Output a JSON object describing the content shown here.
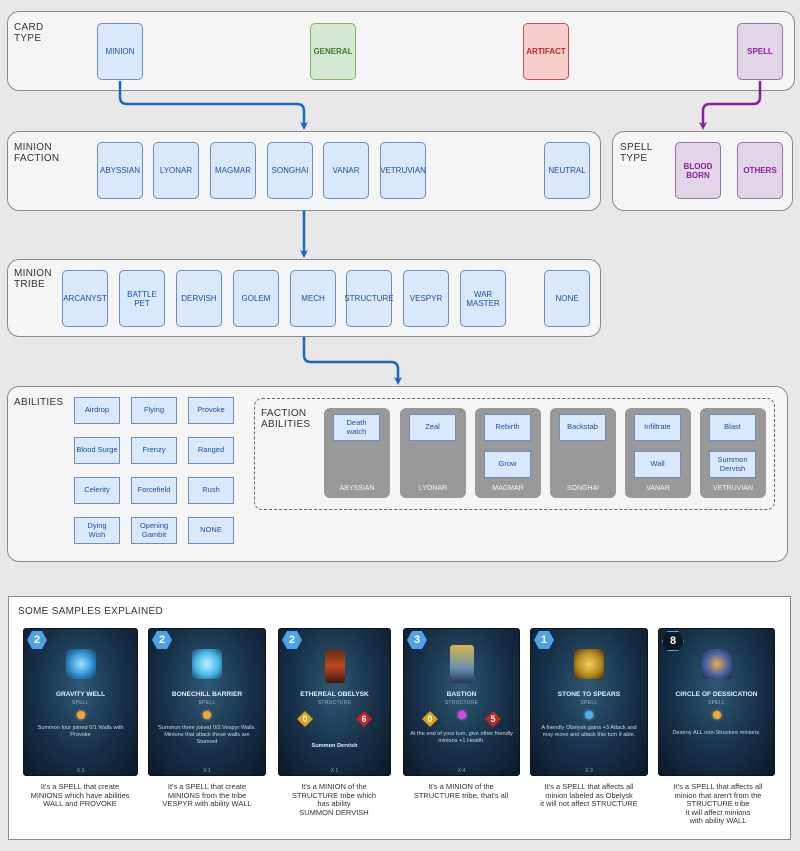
{
  "card_type": {
    "label": "CARD\nTYPE",
    "minion": "MINION",
    "general": "GENERAL",
    "artifact": "ARTIFACT",
    "spell": "SPELL"
  },
  "minion_faction": {
    "label": "MINION\nFACTION",
    "items": [
      "ABYSSIAN",
      "LYONAR",
      "MAGMAR",
      "SONGHAI",
      "VANAR",
      "VETRUVIAN"
    ],
    "neutral": "NEUTRAL"
  },
  "spell_type": {
    "label": "SPELL\nTYPE",
    "items": [
      "BLOOD\nBORN",
      "OTHERS"
    ]
  },
  "minion_tribe": {
    "label": "MINION\nTRIBE",
    "items": [
      "ARCANYST",
      "BATTLE\nPET",
      "DERVISH",
      "GOLEM",
      "MECH",
      "STRUCTURE",
      "VESPYR",
      "WAR\nMASTER"
    ],
    "none": "NONE"
  },
  "abilities": {
    "label": "ABILITIES",
    "items": [
      "Airdrop",
      "Flying",
      "Provoke",
      "Blood Surge",
      "Frenzy",
      "Ranged",
      "Celerity",
      "Forcefield",
      "Rush",
      "Dying\nWish",
      "Opening\nGambit",
      "NONE"
    ]
  },
  "faction_abilities": {
    "label": "FACTION\nABILITIES",
    "factions": [
      {
        "name": "ABYSSIAN",
        "abilities": [
          "Death\nwatch"
        ]
      },
      {
        "name": "LYONAR",
        "abilities": [
          "Zeal"
        ]
      },
      {
        "name": "MAGMAR",
        "abilities": [
          "Rebirth",
          "Grow"
        ]
      },
      {
        "name": "SONGHAI",
        "abilities": [
          "Backstab"
        ]
      },
      {
        "name": "VANAR",
        "abilities": [
          "Infiltrate",
          "Wall"
        ]
      },
      {
        "name": "VETRUVIAN",
        "abilities": [
          "Blast",
          "Summon\nDervish"
        ]
      }
    ]
  },
  "samples": {
    "title": "SOME SAMPLES EXPLAINED",
    "cards": [
      {
        "cost": "2",
        "name": "GRAVITY WELL",
        "type": "SPELL",
        "text": "Summon four joined 0/1 Walls with Provoke",
        "count": "X 3",
        "explanation": "It's a SPELL that create\nMINIONS which have abilities\nWALL and PROVOKE"
      },
      {
        "cost": "2",
        "name": "BONECHILL BARRIER",
        "type": "SPELL",
        "text": "Summon three joined 0/2 Vespyr Walls. Minions that attack these walls are Stunned",
        "count": "X 1",
        "explanation": "It's a SPELL that create\nMINIONS from the tribe\nVESPYR with ability WALL"
      },
      {
        "cost": "2",
        "name": "ETHEREAL OBELYSK",
        "type": "STRUCTURE",
        "attack": "0",
        "health": "6",
        "text": "Summon Dervish",
        "count": "X 1",
        "explanation": "It's a MINION of the\nSTRUCTURE tribe which\nhas ability\nSUMMON DERVISH"
      },
      {
        "cost": "3",
        "name": "BASTION",
        "type": "STRUCTURE",
        "attack": "0",
        "health": "5",
        "text": "At the end of your turn, give other friendly minions +1 Health.",
        "count": "X 4",
        "explanation": "It's a MINION of the\nSTRUCTURE tribe, that's all"
      },
      {
        "cost": "1",
        "name": "STONE TO SPEARS",
        "type": "SPELL",
        "text": "A friendly Obelysk gains +3 Attack and may move and attack this turn if able.",
        "count": "X 3",
        "explanation": "It's a SPELL that affects all\nminion labeled as Obelysk\nit will not affect STRUCTURE"
      },
      {
        "cost": "8",
        "name": "CIRCLE OF DESSICATION",
        "type": "SPELL",
        "text": "Destroy ALL non-Structure minions.",
        "count": "",
        "explanation": "It's a SPELL that affects all\nminion that aren't from the\nSTRUCTURE tribe\nit will affect minions\nwith ability WALL"
      }
    ]
  },
  "colors": {
    "arrow_blue": "#1a66c2",
    "arrow_purple": "#8a1f9e"
  }
}
